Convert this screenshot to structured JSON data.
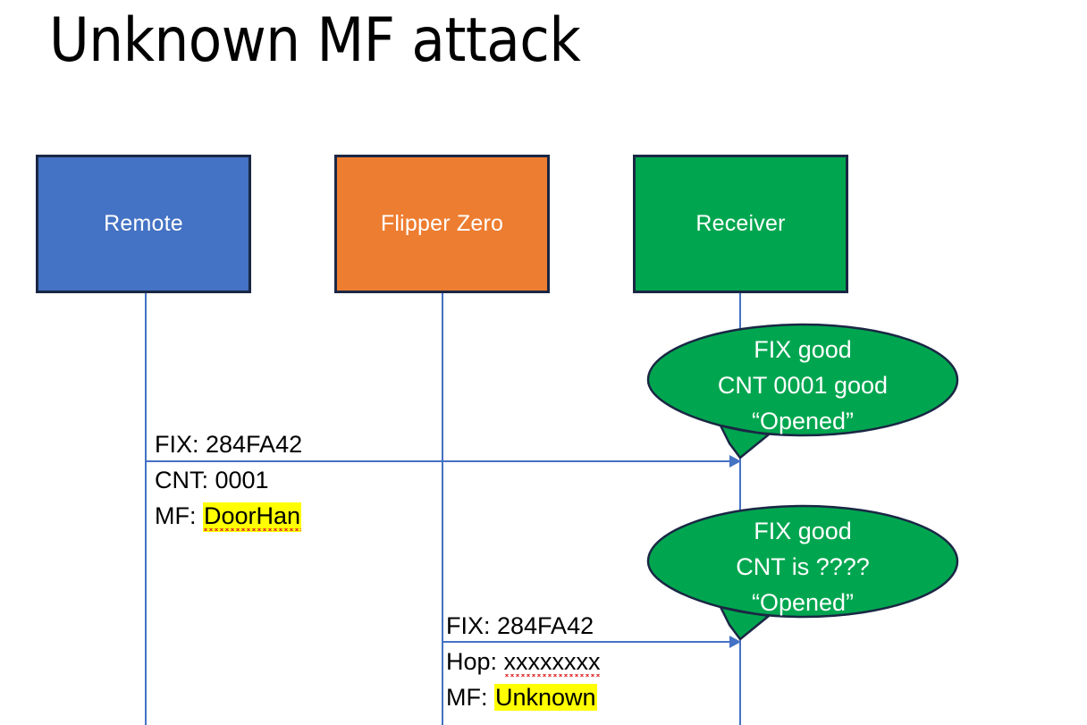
{
  "slide": {
    "title": "Unknown MF attack"
  },
  "colors": {
    "remote": "#4472C4",
    "flipper": "#ED7D31",
    "receiver": "#00A64F",
    "box_border": "#1a2744",
    "lifeline": "#4472C4",
    "arrow": "#4472C4",
    "highlight": "#FFFF00",
    "spellcheck_underline": "#e03030",
    "bubble_fill": "#00A64F",
    "bubble_stroke": "#1a2744",
    "text": "#000000",
    "box_label_text": "#FFFFFF"
  },
  "actors": [
    {
      "id": "remote",
      "label": "Remote"
    },
    {
      "id": "flipper",
      "label": "Flipper Zero"
    },
    {
      "id": "receiver",
      "label": "Receiver"
    }
  ],
  "messages": [
    {
      "id": "msg-1",
      "from": "remote",
      "to": "receiver",
      "label_above": "FIX: 284FA42",
      "label_below_line_1": "CNT: 0001",
      "label_below_line_2_prefix": "MF: ",
      "label_below_line_2_value": "DoorHan",
      "label_below_line_2_highlighted": true
    },
    {
      "id": "msg-2",
      "from": "flipper",
      "to": "receiver",
      "label_above": "FIX: 284FA42",
      "label_below_line_1_prefix": "Hop: ",
      "label_below_line_1_value": "xxxxxxxx",
      "label_below_line_2_prefix": "MF: ",
      "label_below_line_2_value": "Unknown",
      "label_below_line_2_highlighted": true
    }
  ],
  "bubbles": [
    {
      "id": "bubble-1",
      "owner": "receiver",
      "lines": [
        "FIX good",
        "CNT 0001 good",
        "“Opened”"
      ]
    },
    {
      "id": "bubble-2",
      "owner": "receiver",
      "lines": [
        "FIX good",
        "CNT is ????",
        "“Opened”"
      ]
    }
  ]
}
